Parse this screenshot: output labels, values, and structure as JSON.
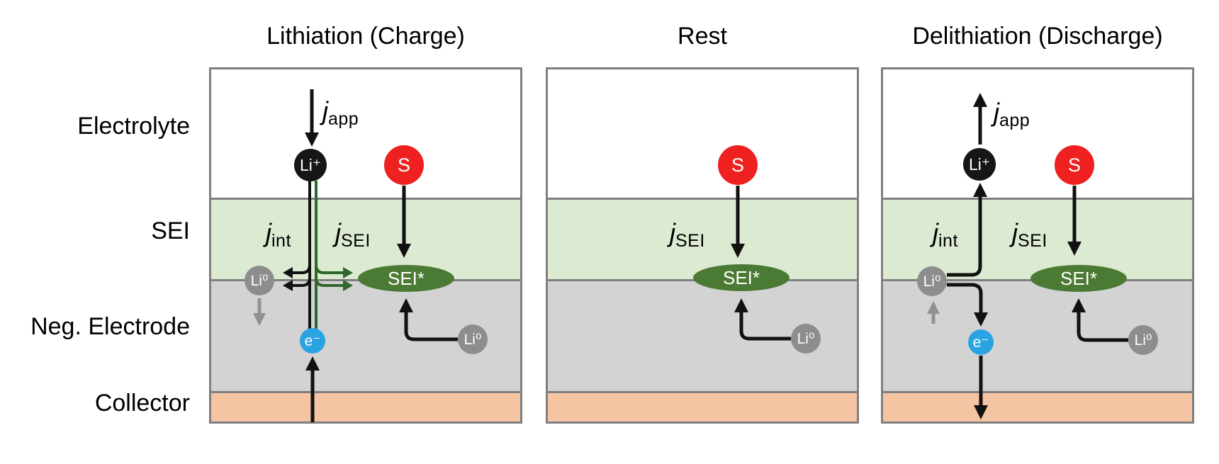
{
  "figure": {
    "layer_labels": {
      "electrolyte": "Electrolyte",
      "sei": "SEI",
      "neg_electrode": "Neg. Electrode",
      "collector": "Collector"
    },
    "panels": {
      "lithiation": {
        "title": "Lithiation (Charge)"
      },
      "rest": {
        "title": "Rest"
      },
      "delithiation": {
        "title": "Delithiation (Discharge)"
      }
    },
    "species": {
      "li_ion": "Li⁺",
      "sulfur": "S",
      "li_metal": "Li⁰",
      "electron": "e⁻",
      "sei_product": "SEI*"
    },
    "flux": {
      "app": {
        "sym": "j",
        "sub": "app"
      },
      "int": {
        "sym": "j",
        "sub": "int"
      },
      "sei": {
        "sym": "j",
        "sub": "SEI"
      }
    },
    "colors": {
      "sei_layer": "#dcead2",
      "electrode_layer": "#d3d3d3",
      "collector_layer": "#f5c5a3",
      "panel_border": "#7f7f7f",
      "li_ion": "#161616",
      "sulfur": "#ee2020",
      "li_metal": "#8d8d8d",
      "electron": "#2aa3e2",
      "sei_product": "#4b7a34",
      "arrow_black": "#111111",
      "arrow_green": "#2f662b",
      "arrow_gray": "#919191"
    }
  }
}
